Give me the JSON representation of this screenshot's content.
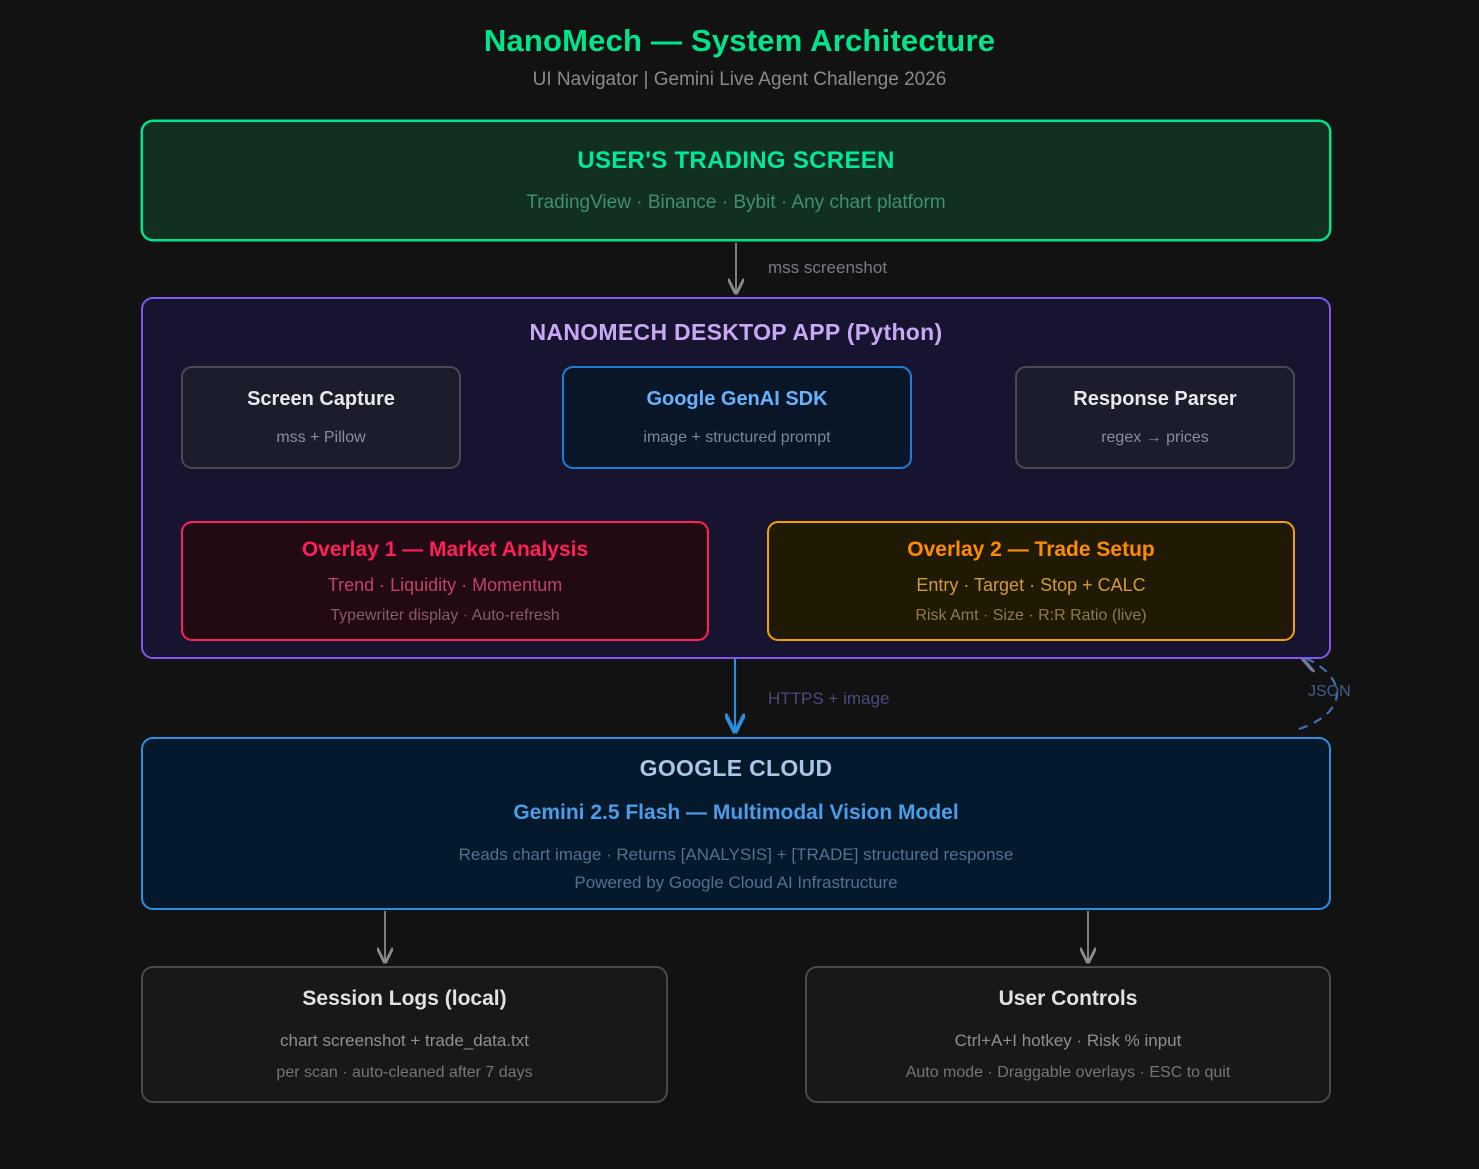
{
  "header": {
    "title": "NanoMech — System Architecture",
    "subtitle": "UI Navigator | Gemini Live Agent Challenge 2026"
  },
  "colors": {
    "page_bg": "#121212",
    "accent_green": "#00e58a",
    "accent_purple": "#7f56f0",
    "accent_blue": "#2b8fe0",
    "accent_pink": "#ff1f5a",
    "accent_orange": "#f59f00",
    "muted_text": "#8a8a8a"
  },
  "nodes": {
    "user_screen": {
      "title": "USER'S TRADING SCREEN",
      "sub": "TradingView · Binance · Bybit · Any chart platform"
    },
    "desktop_app": {
      "title": "NANOMECH DESKTOP APP (Python)"
    },
    "screen_capture": {
      "title": "Screen Capture",
      "sub": "mss + Pillow"
    },
    "genai_sdk": {
      "title": "Google GenAI SDK",
      "sub": "image + structured prompt"
    },
    "response_parser": {
      "title": "Response Parser",
      "sub": "regex → prices"
    },
    "overlay1": {
      "title": "Overlay 1 — Market Analysis",
      "sub": "Trend · Liquidity · Momentum",
      "sub2": "Typewriter display · Auto-refresh"
    },
    "overlay2": {
      "title": "Overlay 2 — Trade Setup",
      "sub": "Entry · Target · Stop + CALC",
      "sub2": "Risk Amt · Size · R:R Ratio (live)"
    },
    "google_cloud": {
      "title": "GOOGLE CLOUD",
      "sub": "Gemini 2.5 Flash — Multimodal Vision Model",
      "sub2": "Reads chart image · Returns [ANALYSIS] + [TRADE] structured response",
      "sub3": "Powered by Google Cloud AI Infrastructure"
    },
    "session_logs": {
      "title": "Session Logs (local)",
      "sub": "chart screenshot + trade_data.txt",
      "sub2": "per scan · auto-cleaned after 7 days"
    },
    "user_controls": {
      "title": "User Controls",
      "sub": "Ctrl+A+I hotkey · Risk % input",
      "sub2": "Auto mode · Draggable overlays · ESC to quit"
    }
  },
  "edges": {
    "mss": "mss screenshot",
    "https": "HTTPS + image",
    "json": "JSON"
  }
}
